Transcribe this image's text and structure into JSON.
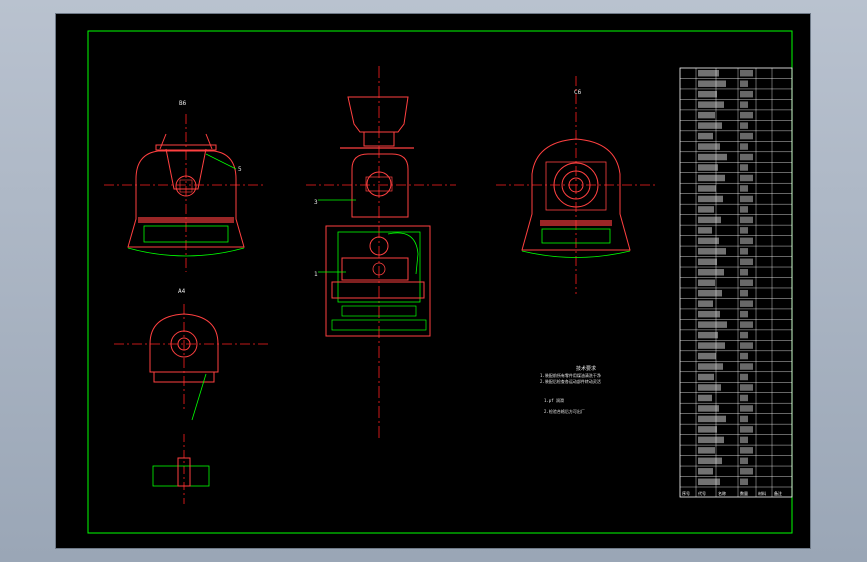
{
  "colors": {
    "outer_background": "#a8b2c0",
    "canvas": "#000000",
    "border": "#00ff00",
    "part_outline": "#ff4040",
    "center_line": "#ff2020",
    "dimension": "#00ff00",
    "text": "#ffffff"
  },
  "views": {
    "left_view_label": "B6",
    "right_view_label": "C6",
    "lower_view_label": "A4"
  },
  "callouts": {
    "left_leader": "5",
    "front_upper_leader": "3",
    "front_lower_leader": "1"
  },
  "notes": {
    "heading": "技术要求",
    "lines": [
      "1.装配前所有零件用煤油清洗干净",
      "2.装配后检查各运动部件转动灵活",
      "1.pf 润滑",
      "2.检验合格后方可出厂"
    ]
  },
  "parts_table": {
    "rows": 40,
    "footer": [
      "序号",
      "代号",
      "名称",
      "数量",
      "材料",
      "备注"
    ]
  }
}
